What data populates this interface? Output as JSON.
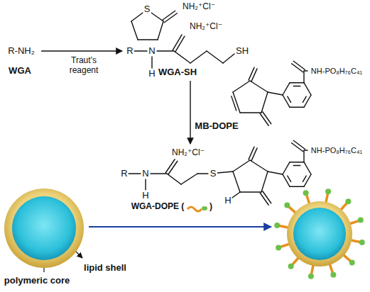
{
  "diagram": {
    "nodes": [
      {
        "text": [
          "lipid shell"
        ]
      },
      {
        "text": [
          "polymeric core"
        ],
        "in": 0
      }
    ],
    "labels": [
      "S",
      "NH₂⁺Cl⁻",
      "R-NH₂",
      "Traut's reagent",
      "WGA",
      "NH₂⁺Cl⁻",
      "R",
      "N",
      "H",
      "SH",
      "WGA-SH",
      "NH-PO₈H₇₆C₄₁",
      "MB-DOPE",
      "R",
      "N",
      "H",
      "NH₂⁺Cl⁻",
      "S",
      "H",
      "NH-PO₈H₇₆C₄₁",
      "WGA-DOPE (",
      ")"
    ]
  }
}
